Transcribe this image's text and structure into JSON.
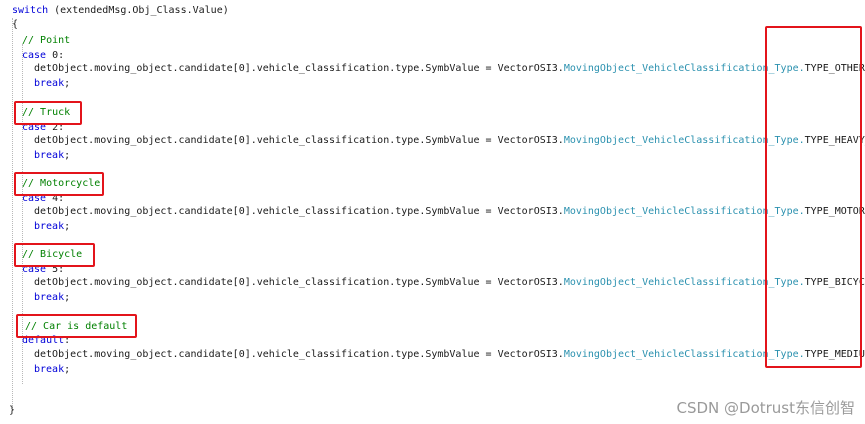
{
  "code": {
    "switch_line": {
      "kw": "switch",
      "rest": " (extendedMsg.Obj_Class.Value)"
    },
    "open_brace": "{",
    "close_brace": "}",
    "blocks": [
      {
        "comment": "// Point",
        "label_kw": "case",
        "label_rest": " 0:",
        "stmt_prefix": "detObject.moving_object.candidate[0].vehicle_classification.type.SymbValue = VectorOSI3.",
        "stmt_type": "MovingObject_VehicleClassification_Type.",
        "stmt_value": "TYPE_OTHER",
        "stmt_end": ";",
        "break_kw": "break",
        "break_end": ";"
      },
      {
        "comment": "// Truck",
        "label_kw": "case",
        "label_rest": " 2:",
        "stmt_prefix": "detObject.moving_object.candidate[0].vehicle_classification.type.SymbValue = VectorOSI3.",
        "stmt_type": "MovingObject_VehicleClassification_Type.",
        "stmt_value": "TYPE_HEAVY_TRUCK",
        "stmt_end": "",
        "break_kw": "break",
        "break_end": ";"
      },
      {
        "comment": "// Motorcycle",
        "label_kw": "case",
        "label_rest": " 4:",
        "stmt_prefix": "detObject.moving_object.candidate[0].vehicle_classification.type.SymbValue = VectorOSI3.",
        "stmt_type": "MovingObject_VehicleClassification_Type.",
        "stmt_value": "TYPE_MOTORBIKE",
        "stmt_end": ";",
        "break_kw": "break",
        "break_end": ";"
      },
      {
        "comment": "// Bicycle",
        "label_kw": "case",
        "label_rest": " 5:",
        "stmt_prefix": "detObject.moving_object.candidate[0].vehicle_classification.type.SymbValue = VectorOSI3.",
        "stmt_type": "MovingObject_VehicleClassification_Type.",
        "stmt_value": "TYPE_BICYCLE",
        "stmt_end": ";",
        "break_kw": "break",
        "break_end": ";"
      },
      {
        "comment": "// Car is default",
        "label_kw": "default",
        "label_rest": ":",
        "stmt_prefix": "detObject.moving_object.candidate[0].vehicle_classification.type.SymbValue = VectorOSI3.",
        "stmt_type": "MovingObject_VehicleClassification_Type.",
        "stmt_value": "TYPE_MEDIUM_CAR",
        "stmt_end": ";",
        "break_kw": "break",
        "break_end": ";"
      }
    ]
  },
  "watermark": "CSDN @Dotrust东信创智",
  "colors": {
    "keyword": "#0000d8",
    "comment": "#008000",
    "type": "#2b91af",
    "highlight_box": "#e3141b"
  }
}
